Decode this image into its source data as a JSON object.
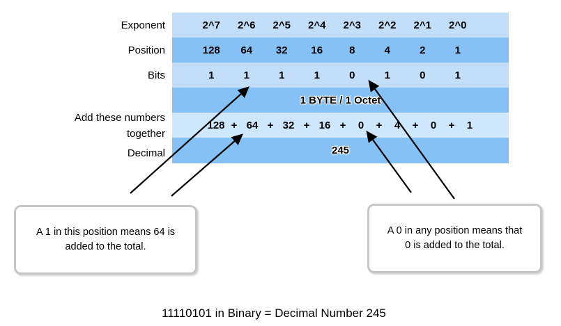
{
  "diagram": {
    "labels": {
      "exponent": "Exponent",
      "position": "Position",
      "bits": "Bits",
      "sum_lines": [
        "Add these numbers",
        "together"
      ],
      "decimal": "Decimal"
    },
    "table": {
      "exponent_cells": [
        "2^7",
        "2^6",
        "2^5",
        "2^4",
        "2^3",
        "2^2",
        "2^1",
        "2^0"
      ],
      "position_cells": [
        "128",
        "64",
        "32",
        "16",
        "8",
        "4",
        "2",
        "1"
      ],
      "bit_cells": [
        "1",
        "1",
        "1",
        "1",
        "0",
        "1",
        "0",
        "1"
      ],
      "byte_banner": "1 BYTE / 1 Octet",
      "sum_tokens": [
        "128",
        "+",
        "64",
        "+",
        "32",
        "+",
        "16",
        "+",
        "0",
        "+",
        "4",
        "+",
        "0",
        "+",
        "1"
      ],
      "decimal_value": "245"
    },
    "callouts": {
      "left_lines": [
        "A 1 in this position means 64 is",
        "added to the total."
      ],
      "right_lines": [
        "A 0 in any position means that",
        "0 is added to the total."
      ]
    },
    "caption": "11110101 in Binary = Decimal Number 245",
    "colors": {
      "row_light": "#c2def8",
      "row_lightest": "#cfe7fc",
      "row_dark": "#85c1f5",
      "arrow": "#000000",
      "callout_border": "#c6c6c6"
    }
  }
}
